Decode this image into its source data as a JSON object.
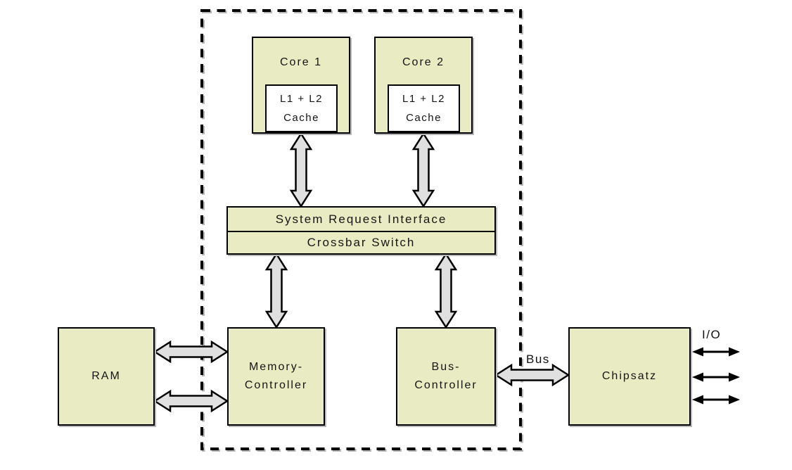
{
  "diagram": {
    "nodes": {
      "core1": "Core 1",
      "core2": "Core 2",
      "cache1_line1": "L1 + L2",
      "cache1_line2": "Cache",
      "cache2_line1": "L1 + L2",
      "cache2_line2": "Cache",
      "sri": "System Request Interface",
      "crossbar": "Crossbar Switch",
      "ram": "RAM",
      "memctrl_line1": "Memory-",
      "memctrl_line2": "Controller",
      "busctrl_line1": "Bus-",
      "busctrl_line2": "Controller",
      "chipset": "Chipsatz"
    },
    "labels": {
      "bus": "Bus",
      "io": "I/O"
    },
    "colors": {
      "node_fill": "#e9ecc3",
      "arrow_fill": "#e0e0e0",
      "outline": "#000000",
      "background": "#ffffff",
      "shadow": "#b9b9b9"
    }
  }
}
